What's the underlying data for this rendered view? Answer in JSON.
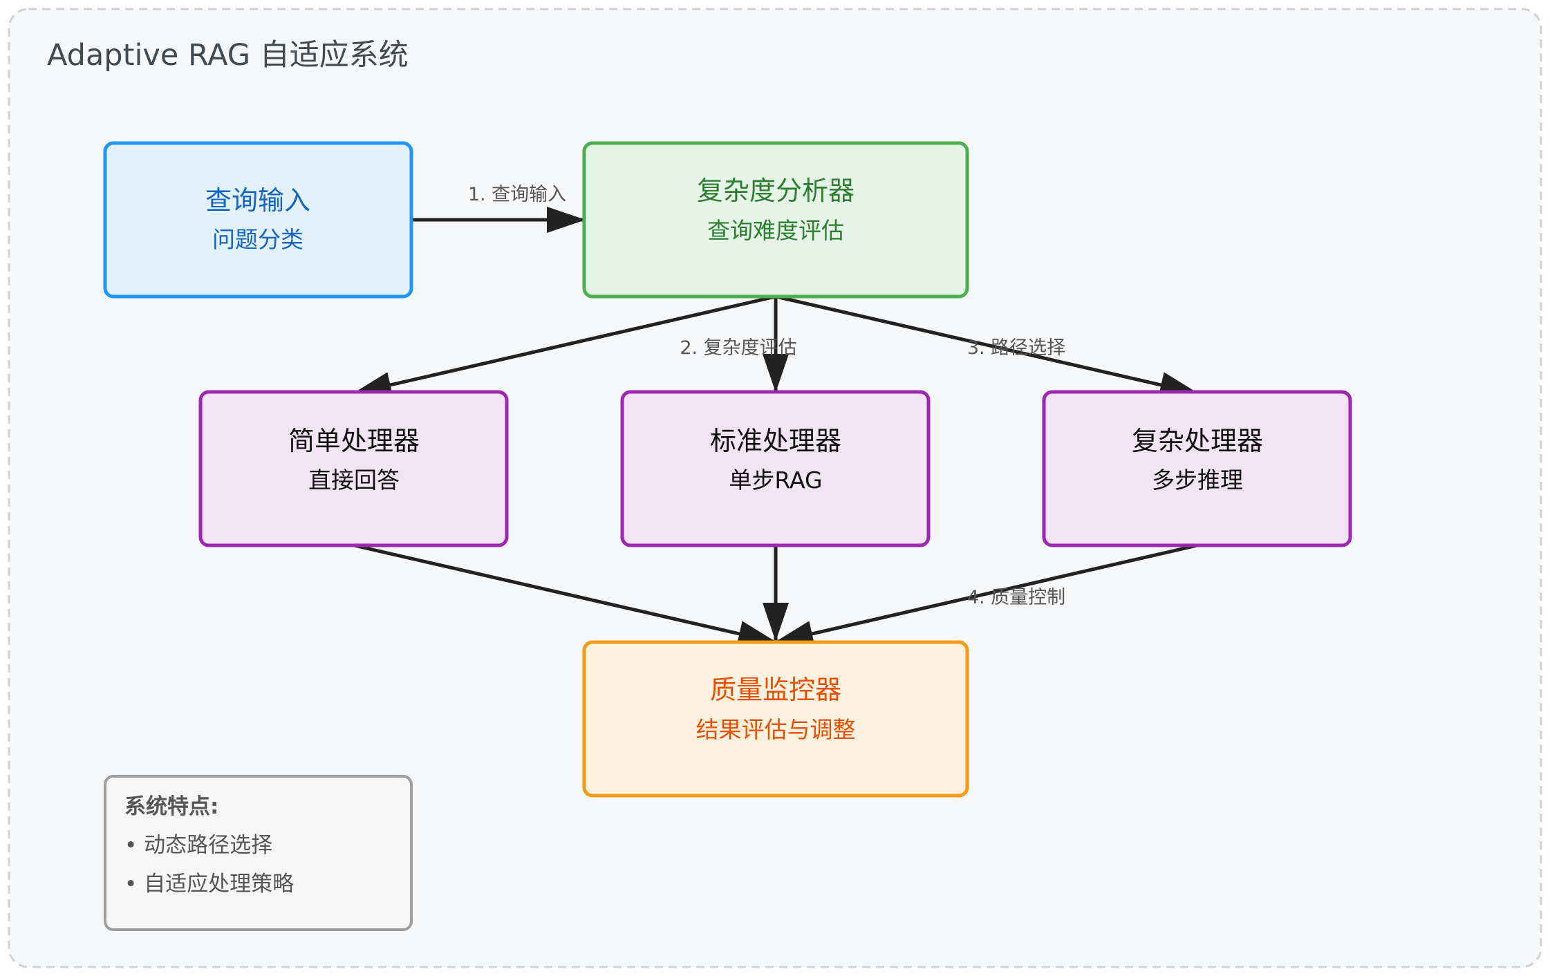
{
  "title": "Adaptive RAG 自适应系统",
  "colors": {
    "frame_bg": "#f6f7f9",
    "frame_border": "#cfd3d8",
    "arrow": "#222222",
    "blue_fill": "#e3f1fd",
    "blue_stroke": "#2196f3",
    "blue_text": "#1565c0",
    "green_fill": "#e6f4e8",
    "green_stroke": "#4caf50",
    "green_text": "#2e7d32",
    "purple_fill": "#f3e4f5",
    "purple_stroke": "#9c27b0",
    "purple_text": "#111111",
    "orange_fill": "#fff1df",
    "orange_stroke": "#f49b1c",
    "orange_text": "#e65100",
    "note_fill": "#f6f6f6",
    "note_stroke": "#9e9e9e"
  },
  "nodes": {
    "query_input": {
      "title": "查询输入",
      "subtitle": "问题分类"
    },
    "complexity_analyzer": {
      "title": "复杂度分析器",
      "subtitle": "查询难度评估"
    },
    "simple_processor": {
      "title": "简单处理器",
      "subtitle": "直接回答"
    },
    "standard_processor": {
      "title": "标准处理器",
      "subtitle": "单步RAG"
    },
    "complex_processor": {
      "title": "复杂处理器",
      "subtitle": "多步推理"
    },
    "quality_monitor": {
      "title": "质量监控器",
      "subtitle": "结果评估与调整"
    }
  },
  "edges": {
    "query_input_label": "1. 查询输入",
    "complexity_label": "2. 复杂度评估",
    "path_label": "3. 路径选择",
    "quality_label": "4. 质量控制"
  },
  "note": {
    "title": "系统特点:",
    "items": [
      "• 动态路径选择",
      "• 自适应处理策略"
    ]
  }
}
